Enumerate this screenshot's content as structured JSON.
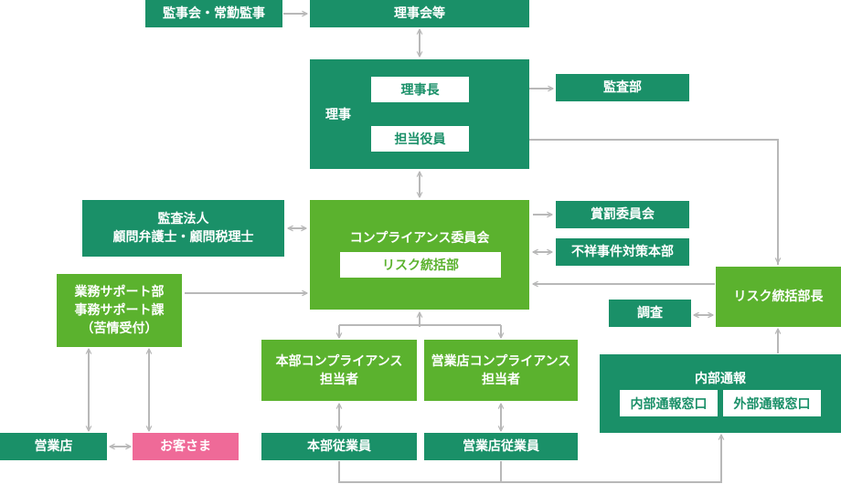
{
  "nodes": {
    "auditors": "監事会・常勤監事",
    "board": "理事会等",
    "directors": "理事",
    "chairman": "理事長",
    "officer": "担当役員",
    "audit_dept": "監査部",
    "audit_firm": [
      "監査法人",
      "顧問弁護士・顧問税理士"
    ],
    "committee": "コンプライアンス委員会",
    "risk_dept": "リスク統括部",
    "reward_committee": "賞罰委員会",
    "misconduct_hq": "不祥事件対策本部",
    "support": [
      "業務サポート部",
      "事務サポート課",
      "（苦情受付）"
    ],
    "risk_head": "リスク統括部長",
    "investigation": "調査",
    "hq_officer": [
      "本部コンプライアンス",
      "担当者"
    ],
    "branch_officer": [
      "営業店コンプライアンス",
      "担当者"
    ],
    "whistle": "内部通報",
    "whistle_internal": "内部通報窓口",
    "whistle_external": "外部通報窓口",
    "branch": "営業店",
    "customer": "お客さま",
    "hq_staff": "本部従業員",
    "branch_staff": "営業店従業員"
  },
  "colors": {
    "dark_green": "#1a9068",
    "light_green": "#5bb22e",
    "pink": "#ef6a98",
    "line": "#b8b8b8"
  }
}
